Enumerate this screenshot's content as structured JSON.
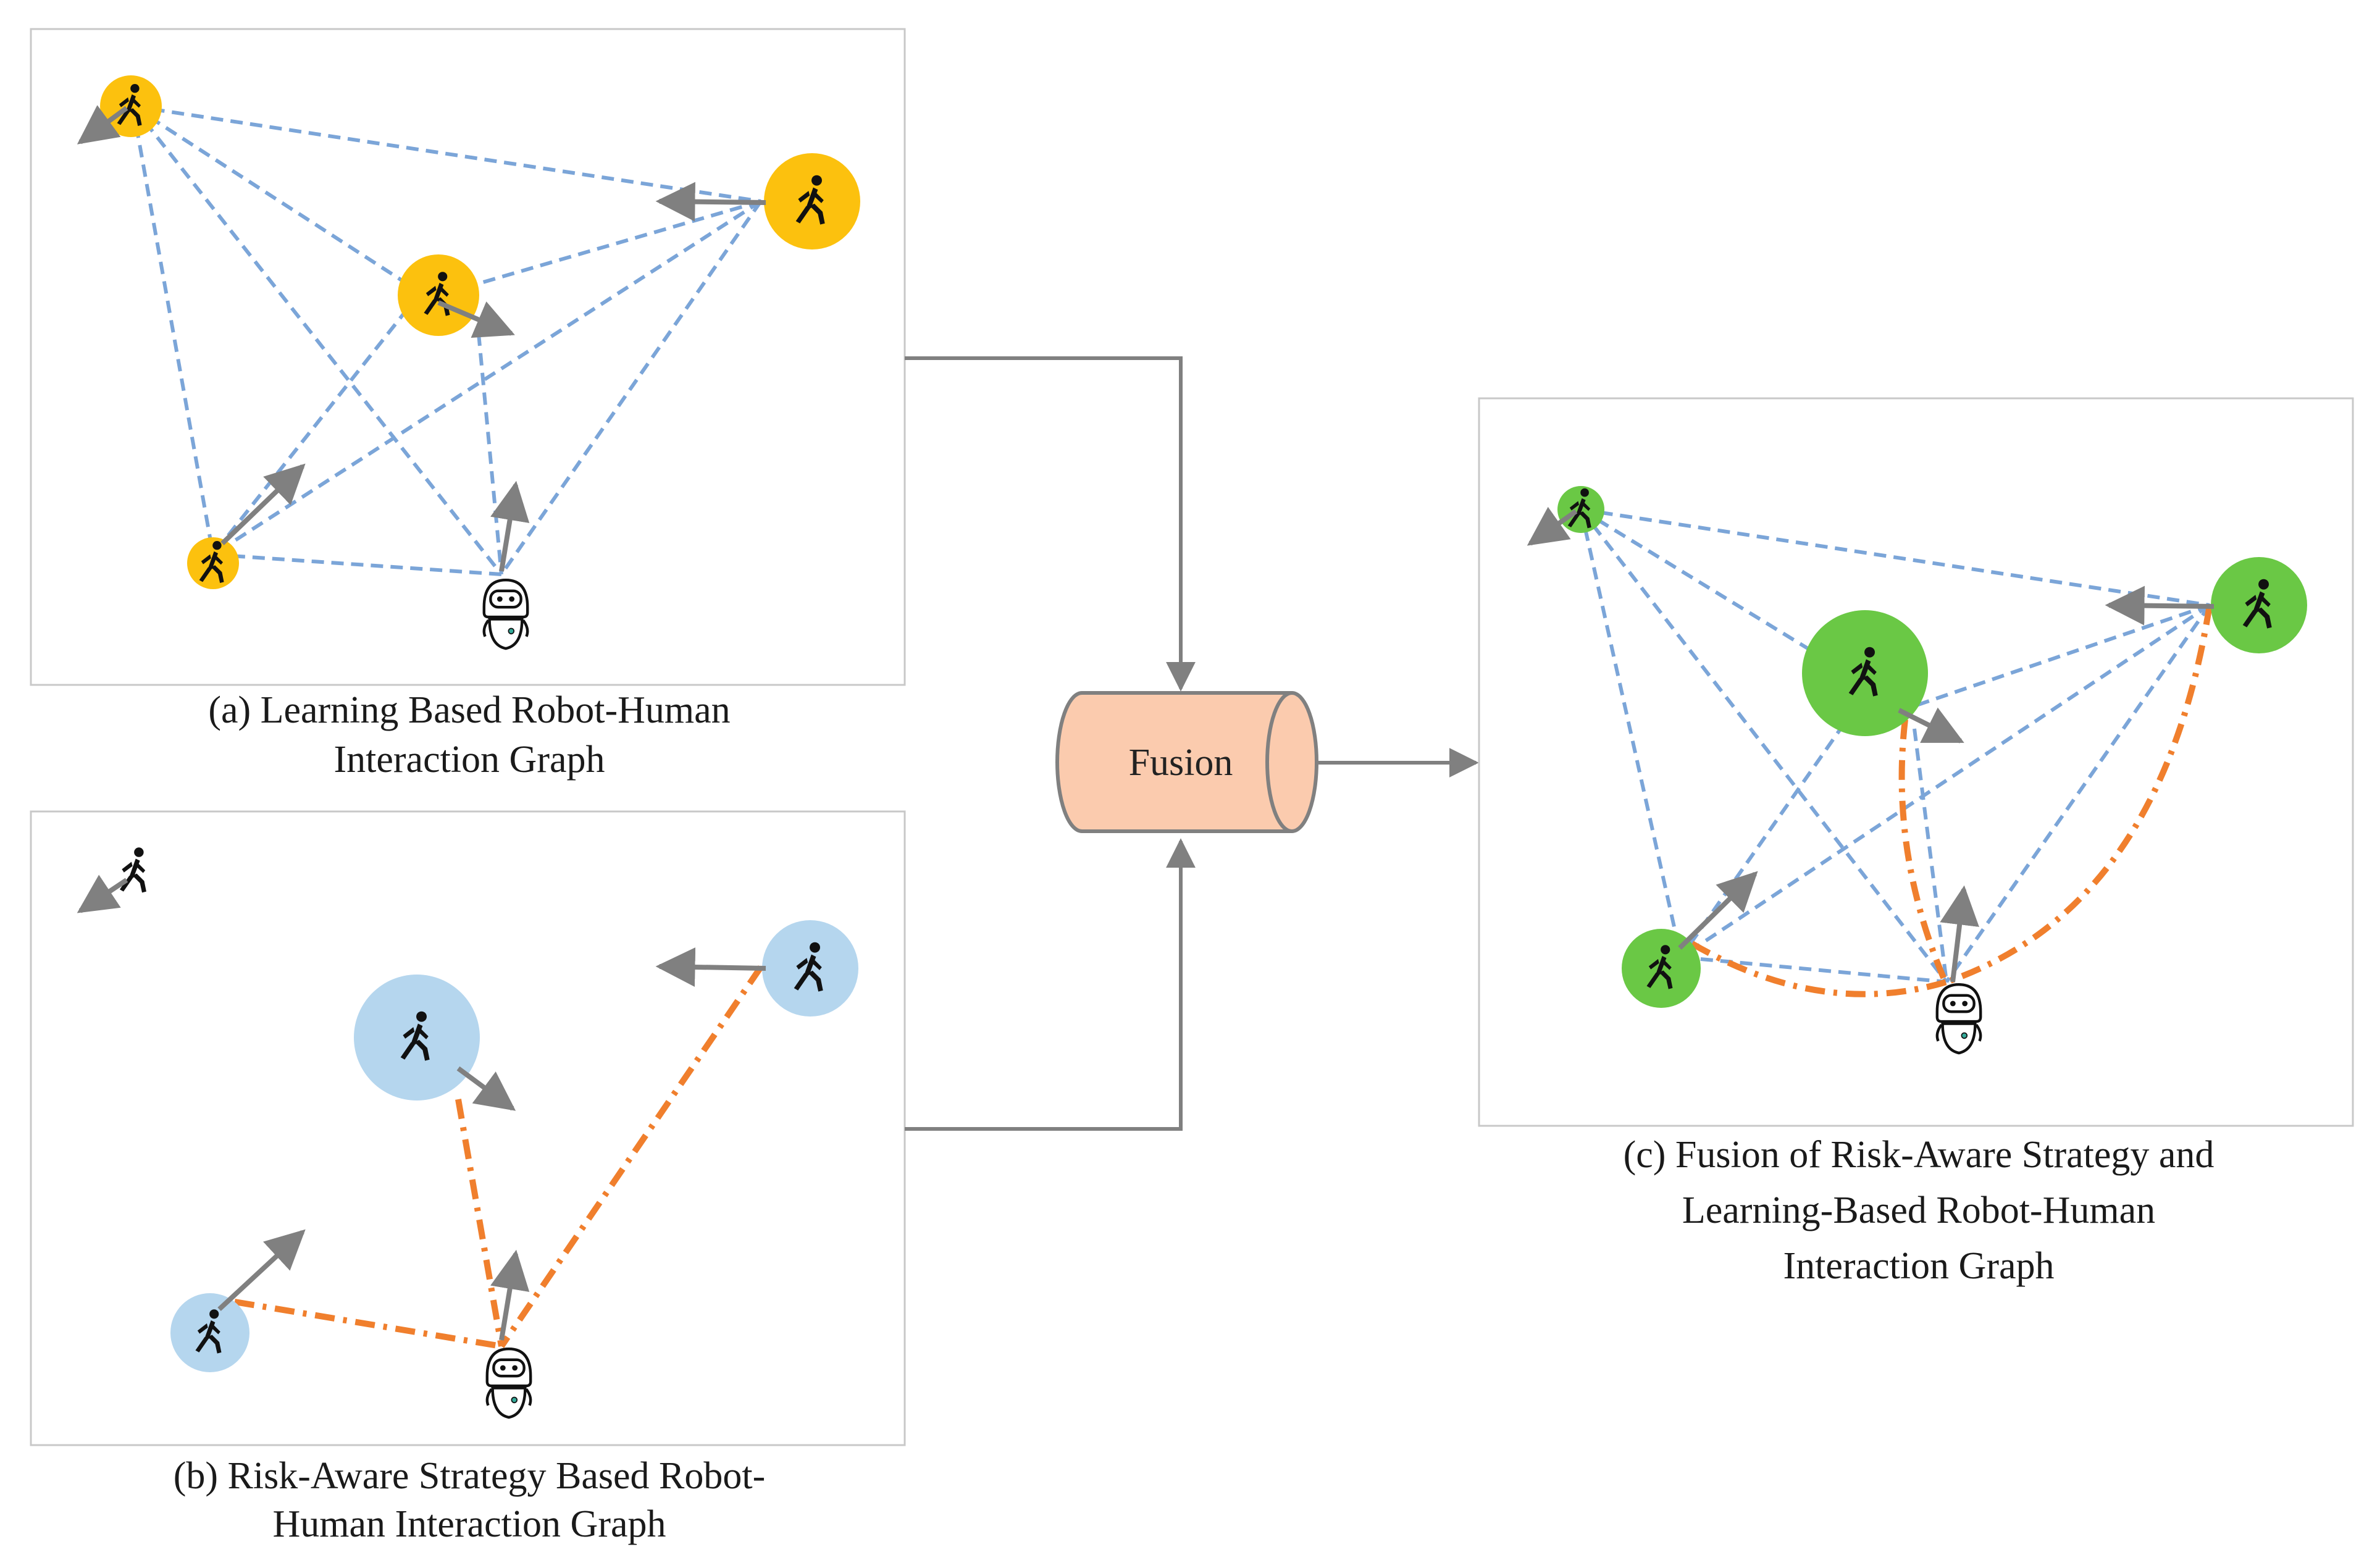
{
  "captions": {
    "a": [
      "(a) Learning Based Robot-Human",
      "Interaction Graph"
    ],
    "b": [
      "(b) Risk-Aware Strategy Based Robot-",
      "Human Interaction Graph"
    ],
    "c": [
      "(c) Fusion of Risk-Aware Strategy and",
      "Learning-Based Robot-Human",
      "Interaction Graph"
    ]
  },
  "fusion": {
    "label": "Fusion"
  },
  "colors": {
    "panel_a_human": "#FCC10E",
    "panel_b_human": "#B5D6EE",
    "panel_c_human": "#6AC845",
    "fusion_fill": "#FBCBAE",
    "learned_edge": "#7BA5D8",
    "risk_edge": "#F07F2D",
    "arrow": "#808080",
    "panel_border": "#C8C8C8"
  },
  "icons": {
    "pedestrian": "walking-person-icon",
    "robot": "robot-icon"
  }
}
